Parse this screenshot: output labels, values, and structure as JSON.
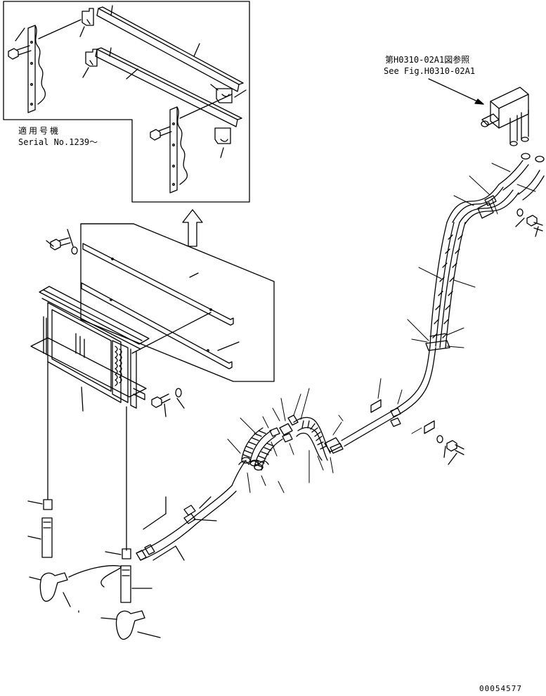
{
  "inset_top": {
    "applicability_jp": "適用号機",
    "applicability_serial": "Serial No.1239～"
  },
  "reference": {
    "jp": "第H0310-02A1図参照",
    "en": "See Fig.H0310-02A1"
  },
  "drawing_number": "00054577"
}
